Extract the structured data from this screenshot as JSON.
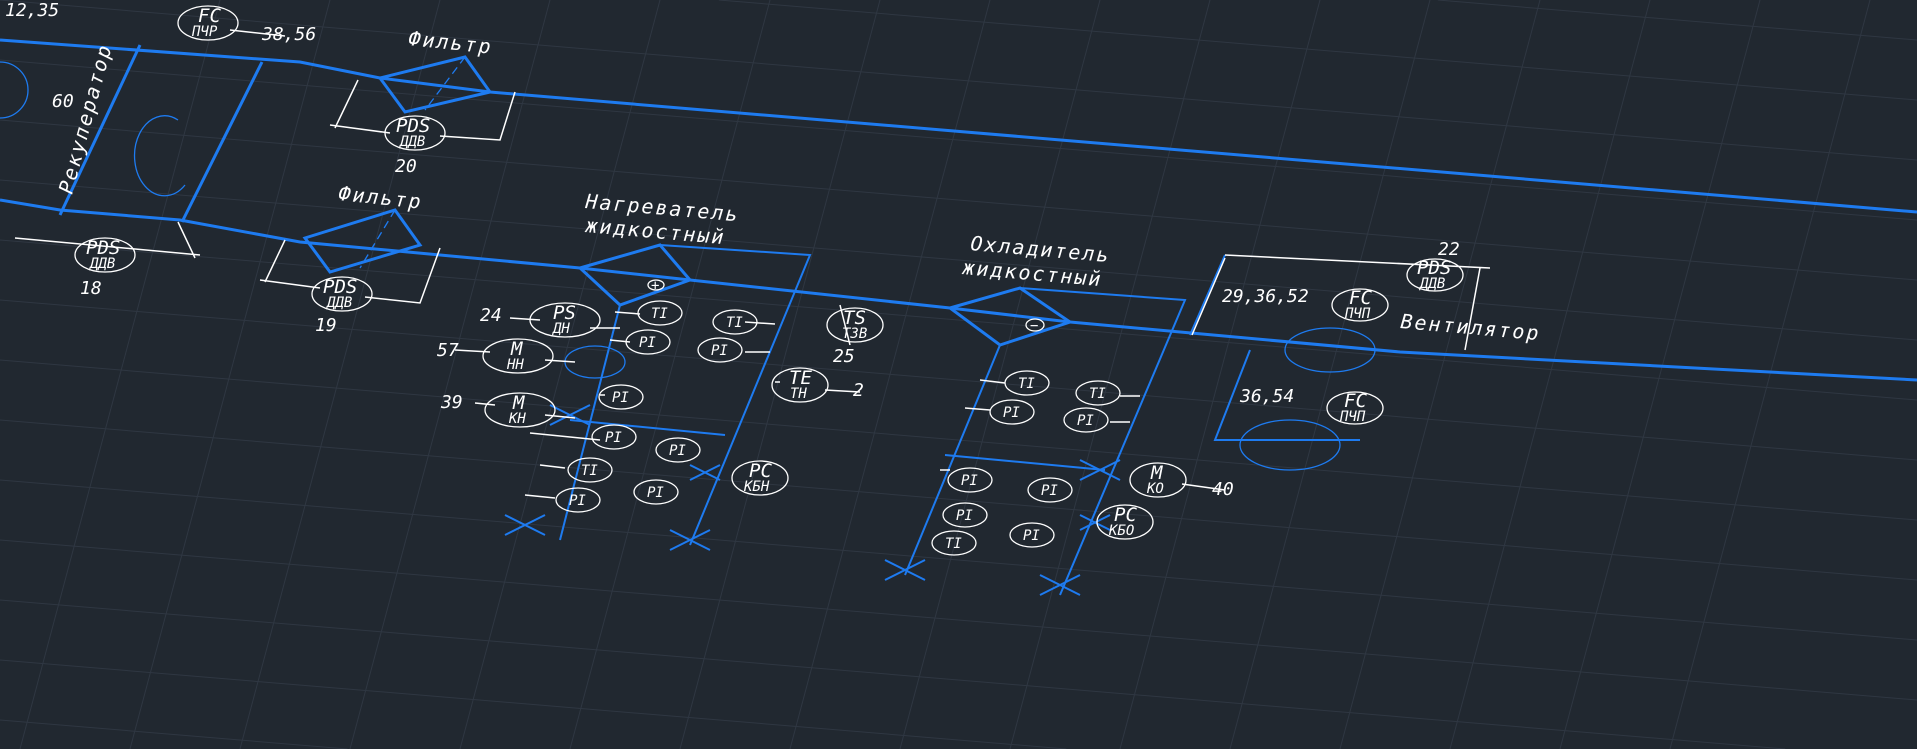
{
  "drawing": {
    "colors": {
      "background": "#212830",
      "equipment": "#1e7bf0",
      "annotation": "#ffffff"
    },
    "labels": {
      "recuperator": "Рекуператор",
      "filter_top": "Фильтр",
      "filter_bottom": "Фильтр",
      "heater_1": "Нагреватель",
      "heater_2": "жидкостный",
      "cooler_1": "Охладитель",
      "cooler_2": "жидкостный",
      "fan": "Вентилятор",
      "heater_sign": "+",
      "cooler_sign": "−"
    },
    "numbers": {
      "n12_35": "12,35",
      "n38_56": "38,56",
      "n60": "60",
      "n20": "20",
      "n18": "18",
      "n19": "19",
      "n24": "24",
      "n57": "57",
      "n39": "39",
      "n25": "25",
      "n2": "2",
      "n40": "40",
      "n22": "22",
      "n29_36_52": "29,36,52",
      "n36_54": "36,54"
    },
    "tags": [
      {
        "top": "FC",
        "bottom": "ПЧР"
      },
      {
        "top": "PDS",
        "bottom": "ДДВ"
      },
      {
        "top": "PDS",
        "bottom": "ДДВ"
      },
      {
        "top": "PDS",
        "bottom": "ДДВ"
      },
      {
        "top": "PS",
        "bottom": "ДН"
      },
      {
        "top": "M",
        "bottom": "НН"
      },
      {
        "top": "M",
        "bottom": "КН"
      },
      {
        "top": "TS",
        "bottom": "ТЗВ"
      },
      {
        "top": "TE",
        "bottom": "ТН"
      },
      {
        "top": "PC",
        "bottom": "КБН"
      },
      {
        "top": "M",
        "bottom": "КО"
      },
      {
        "top": "PC",
        "bottom": "КБО"
      },
      {
        "top": "PDS",
        "bottom": "ДДВ"
      },
      {
        "top": "FC",
        "bottom": "ПЧП"
      },
      {
        "top": "FC",
        "bottom": "ПЧП"
      }
    ],
    "indicators": [
      "TI",
      "PI",
      "TI",
      "PI",
      "PI",
      "PI",
      "PI",
      "TI",
      "PI",
      "PI",
      "TI",
      "PI",
      "TI",
      "PI",
      "PI",
      "PI",
      "PI",
      "PI",
      "TI"
    ]
  }
}
